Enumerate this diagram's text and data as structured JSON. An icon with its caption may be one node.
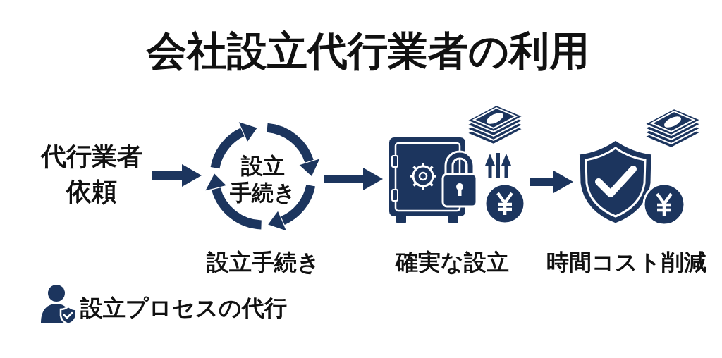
{
  "diagram": {
    "title": "会社設立代行業者の利用",
    "nodes": [
      {
        "text": [
          "代行業者依頼"
        ]
      },
      {
        "text": [
          "設立手続き"
        ],
        "beside": [
          "設立手続き"
        ]
      },
      {
        "text": [],
        "shape": "picture",
        "beside": [
          "確実な設立"
        ]
      },
      {
        "text": [],
        "shape": "picture",
        "beside": [
          "時間コスト削減"
        ]
      }
    ],
    "edges": [
      {
        "from": 0,
        "to": 1,
        "arrow": "to"
      },
      {
        "from": 1,
        "to": 2,
        "arrow": "to"
      },
      {
        "from": 2,
        "to": 3,
        "arrow": "to"
      }
    ],
    "labels": [
      "設立プロセスの代行"
    ]
  }
}
